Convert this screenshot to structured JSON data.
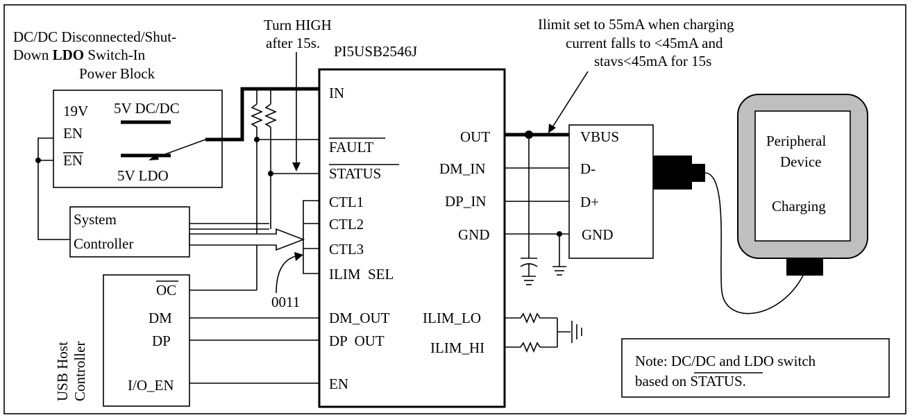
{
  "block_caption": {
    "line1": "DC/DC Disconnected/Shut-",
    "line2_a": "Down ",
    "line2_b": "LDO",
    "line2_c": " Switch-In",
    "line3": "Power Block"
  },
  "power_block": {
    "v19": "19V",
    "en": "EN",
    "en_bar": "EN",
    "dcdc": "5V DC/DC",
    "ldo": "5V LDO"
  },
  "turn_high": {
    "line1": "Turn HIGH",
    "line2": "after 15s."
  },
  "chip": {
    "name": "PI5USB2546J",
    "left_pins": {
      "in": "IN",
      "fault": "FAULT",
      "status": "STATUS",
      "ctl1": "CTL1",
      "ctl2": "CTL2",
      "ctl3": "CTL3",
      "ilim_sel": "ILIM  SEL",
      "dm_out": "DM_OUT",
      "dp_out": "DP  OUT",
      "en": "EN"
    },
    "right_pins": {
      "out": "OUT",
      "dm_in": "DM_IN",
      "dp_in": "DP_IN",
      "gnd": "GND",
      "ilim_lo": "ILIM_LO",
      "ilim_hi": "ILIM_HI"
    }
  },
  "ilimit_note": {
    "line1": "Ilimit set to 55mA when charging",
    "line2": "current falls to <45mA and",
    "line3": "stavs<45mA for 15s"
  },
  "connector": {
    "vbus": "VBUS",
    "dminus": "D-",
    "dplus": "D+",
    "gnd": "GND"
  },
  "peripheral": {
    "line1": "Peripheral",
    "line2": "Device",
    "line3": "Charging"
  },
  "system_controller": {
    "line1": "System",
    "line2": "Controller"
  },
  "ctl_code": "0011",
  "usb_host": {
    "title_line1": "USB Host",
    "title_line2": "Controller",
    "oc": "OC",
    "dm": "DM",
    "dp": "DP",
    "io_en": "I/O_EN"
  },
  "note": {
    "line1": "Note: DC/DC and LDO switch",
    "line2_a": "based on ",
    "line2_b": "STATUS",
    "line2_c": "."
  }
}
